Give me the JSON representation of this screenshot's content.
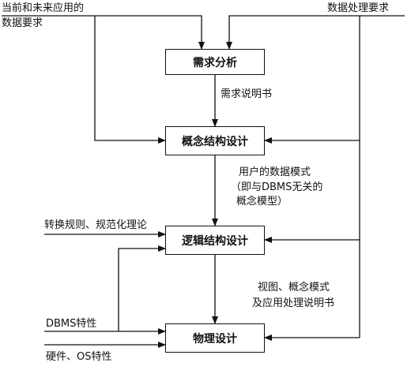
{
  "inputs": {
    "current_future_line1": "当前和未来应用的",
    "current_future_line2": "数据要求",
    "processing_requirements": "数据处理要求",
    "conversion_rules": "转换规则、规范化理论",
    "dbms_features": "DBMS特性",
    "hardware_os": "硬件、OS特性"
  },
  "stages": {
    "requirements_analysis": "需求分析",
    "conceptual_design": "概念结构设计",
    "logical_design": "逻辑结构设计",
    "physical_design": "物理设计"
  },
  "artifacts": {
    "requirements_spec": "需求说明书",
    "user_data_model_line1": "用户的数据模式",
    "user_data_model_line2": "（即与DBMS无关的",
    "user_data_model_line3": "概念模型）",
    "views_line1": "视图、概念模式",
    "views_line2": "及应用处理说明书"
  }
}
